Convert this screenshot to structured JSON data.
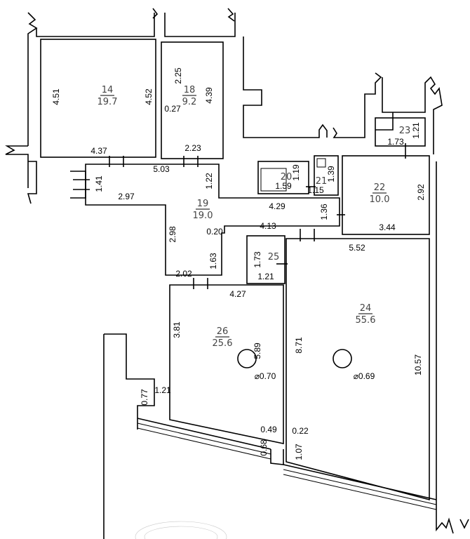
{
  "rooms": [
    {
      "id": "14",
      "area": "19.7"
    },
    {
      "id": "18",
      "area": "9.2"
    },
    {
      "id": "19",
      "area": "19.0"
    },
    {
      "id": "20",
      "area": ""
    },
    {
      "id": "21",
      "area": ""
    },
    {
      "id": "22",
      "area": "10.0"
    },
    {
      "id": "23",
      "area": ""
    },
    {
      "id": "24",
      "area": "55.6"
    },
    {
      "id": "25",
      "area": ""
    },
    {
      "id": "26",
      "area": "25.6"
    }
  ],
  "dimensions": {
    "r14_left": "4.51",
    "r14_right": "4.52",
    "r14_bottom": "4.37",
    "r18_a": "2.25",
    "r18_b": "0.27",
    "r18_c": "4.39",
    "r18_bottom": "2.23",
    "corr_top": "5.03",
    "corr_left": "1.41",
    "corr_mid": "1.22",
    "corr_b1": "2.97",
    "corr_b2": "4.29",
    "corr_c": "2.98",
    "corr_d": "0.20",
    "corr_e": "4.13",
    "corr_f": "1.63",
    "corr_g": "2.02",
    "corr_h": "1.36",
    "r20_a": "1.19",
    "r20_b": "1.59",
    "r21_a": "1.15",
    "r21_b": "1.39",
    "r22_right": "2.92",
    "r22_bottom": "3.44",
    "r23_a": "1.73",
    "r23_b": "1.21",
    "r25_a": "1.73",
    "r25_b": "1.21",
    "r24_top": "5.52",
    "r24_left": "8.71",
    "r24_right": "10.57",
    "r24_col": "⌀0.69",
    "r24_c": "0.22",
    "r24_d": "1.07",
    "r26_top": "4.27",
    "r26_left": "3.81",
    "r26_right": "5.89",
    "r26_col": "⌀0.70",
    "r26_c": "0.49",
    "r26_d": "0.68",
    "bl_a": "0.77",
    "bl_b": "1.21"
  }
}
